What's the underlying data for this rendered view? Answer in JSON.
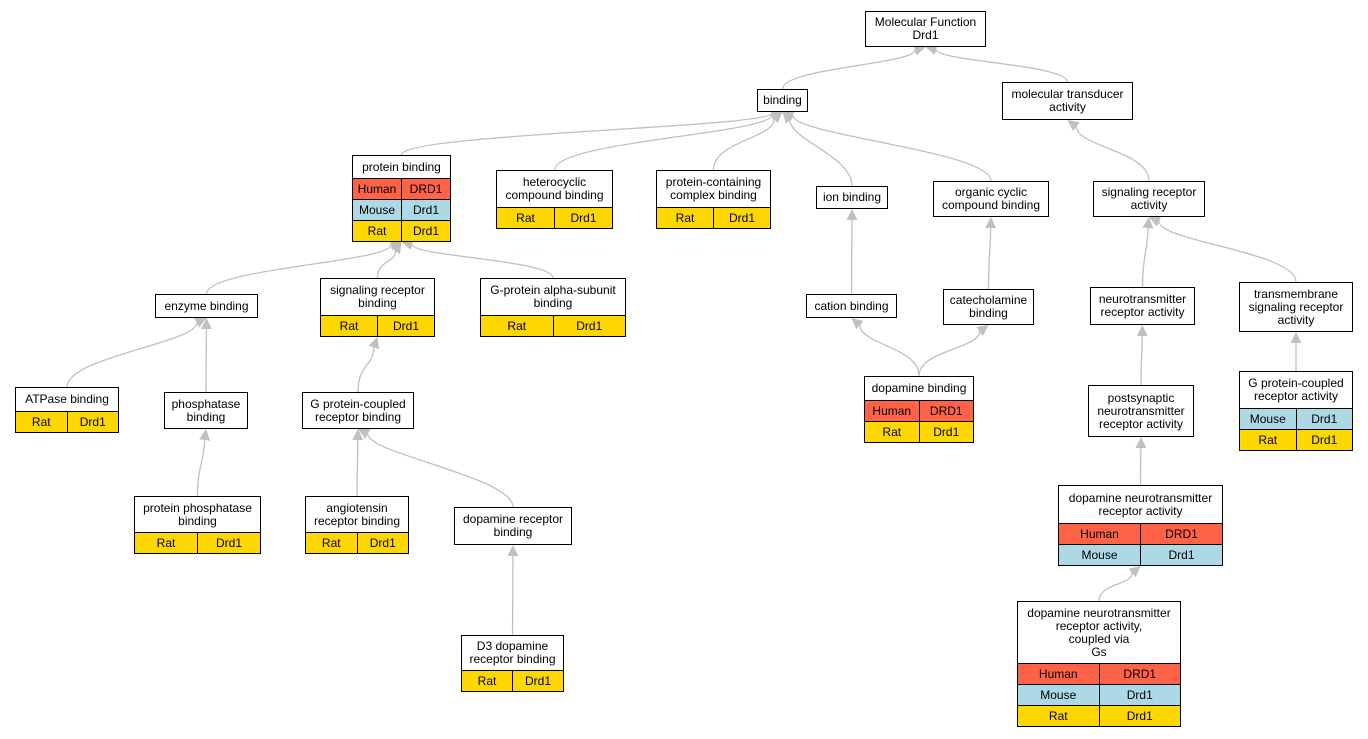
{
  "colors": {
    "human": "#ff6347",
    "mouse": "#add8e6",
    "rat": "#ffd700",
    "edge": "#c0c0c0"
  },
  "nodes": [
    {
      "id": "mf",
      "label": "Molecular Function\nDrd1",
      "rows": []
    },
    {
      "id": "binding",
      "label": "binding",
      "rows": []
    },
    {
      "id": "mta",
      "label": "molecular transducer\nactivity",
      "rows": []
    },
    {
      "id": "pb",
      "label": "protein binding",
      "rows": [
        {
          "species": "Human",
          "gene": "DRD1"
        },
        {
          "species": "Mouse",
          "gene": "Drd1"
        },
        {
          "species": "Rat",
          "gene": "Drd1"
        }
      ]
    },
    {
      "id": "hcb",
      "label": "heterocyclic\ncompound binding",
      "rows": [
        {
          "species": "Rat",
          "gene": "Drd1"
        }
      ]
    },
    {
      "id": "pccb",
      "label": "protein-containing\ncomplex binding",
      "rows": [
        {
          "species": "Rat",
          "gene": "Drd1"
        }
      ]
    },
    {
      "id": "ionb",
      "label": "ion binding",
      "rows": []
    },
    {
      "id": "occb",
      "label": "organic cyclic\ncompound binding",
      "rows": []
    },
    {
      "id": "sra",
      "label": "signaling receptor\nactivity",
      "rows": []
    },
    {
      "id": "eb",
      "label": "enzyme binding",
      "rows": []
    },
    {
      "id": "srb",
      "label": "signaling receptor\nbinding",
      "rows": [
        {
          "species": "Rat",
          "gene": "Drd1"
        }
      ]
    },
    {
      "id": "gasb",
      "label": "G-protein alpha-subunit\nbinding",
      "rows": [
        {
          "species": "Rat",
          "gene": "Drd1"
        }
      ]
    },
    {
      "id": "cb",
      "label": "cation binding",
      "rows": []
    },
    {
      "id": "catb",
      "label": "catecholamine\nbinding",
      "rows": []
    },
    {
      "id": "nra",
      "label": "neurotransmitter\nreceptor activity",
      "rows": []
    },
    {
      "id": "tsra",
      "label": "transmembrane\nsignaling receptor\nactivity",
      "rows": []
    },
    {
      "id": "atpb",
      "label": "ATPase binding",
      "rows": [
        {
          "species": "Rat",
          "gene": "Drd1"
        }
      ]
    },
    {
      "id": "phb",
      "label": "phosphatase\nbinding",
      "rows": []
    },
    {
      "id": "gpcrb",
      "label": "G protein-coupled\nreceptor binding",
      "rows": []
    },
    {
      "id": "dab",
      "label": "dopamine binding",
      "rows": [
        {
          "species": "Human",
          "gene": "DRD1"
        },
        {
          "species": "Rat",
          "gene": "Drd1"
        }
      ]
    },
    {
      "id": "pnra",
      "label": "postsynaptic\nneurotransmitter\nreceptor activity",
      "rows": []
    },
    {
      "id": "gpcra",
      "label": "G protein-coupled\nreceptor activity",
      "rows": [
        {
          "species": "Mouse",
          "gene": "Drd1"
        },
        {
          "species": "Rat",
          "gene": "Drd1"
        }
      ]
    },
    {
      "id": "ppb",
      "label": "protein phosphatase\nbinding",
      "rows": [
        {
          "species": "Rat",
          "gene": "Drd1"
        }
      ]
    },
    {
      "id": "angb",
      "label": "angiotensin\nreceptor binding",
      "rows": [
        {
          "species": "Rat",
          "gene": "Drd1"
        }
      ]
    },
    {
      "id": "drb",
      "label": "dopamine receptor\nbinding",
      "rows": []
    },
    {
      "id": "dnra",
      "label": "dopamine neurotransmitter\nreceptor activity",
      "rows": [
        {
          "species": "Human",
          "gene": "DRD1"
        },
        {
          "species": "Mouse",
          "gene": "Drd1"
        }
      ]
    },
    {
      "id": "d3b",
      "label": "D3 dopamine\nreceptor binding",
      "rows": [
        {
          "species": "Rat",
          "gene": "Drd1"
        }
      ]
    },
    {
      "id": "dnrags",
      "label": "dopamine neurotransmitter\nreceptor activity,\ncoupled via\nGs",
      "rows": [
        {
          "species": "Human",
          "gene": "DRD1"
        },
        {
          "species": "Mouse",
          "gene": "Drd1"
        },
        {
          "species": "Rat",
          "gene": "Drd1"
        }
      ]
    }
  ],
  "edges": [
    [
      "binding",
      "mf"
    ],
    [
      "mta",
      "mf"
    ],
    [
      "pb",
      "binding"
    ],
    [
      "hcb",
      "binding"
    ],
    [
      "pccb",
      "binding"
    ],
    [
      "ionb",
      "binding"
    ],
    [
      "occb",
      "binding"
    ],
    [
      "sra",
      "mta"
    ],
    [
      "eb",
      "pb"
    ],
    [
      "srb",
      "pb"
    ],
    [
      "gasb",
      "pb"
    ],
    [
      "cb",
      "ionb"
    ],
    [
      "catb",
      "occb"
    ],
    [
      "nra",
      "sra"
    ],
    [
      "tsra",
      "sra"
    ],
    [
      "atpb",
      "eb"
    ],
    [
      "phb",
      "eb"
    ],
    [
      "gpcrb",
      "srb"
    ],
    [
      "dab",
      "cb"
    ],
    [
      "dab",
      "catb"
    ],
    [
      "pnra",
      "nra"
    ],
    [
      "gpcra",
      "tsra"
    ],
    [
      "ppb",
      "phb"
    ],
    [
      "angb",
      "gpcrb"
    ],
    [
      "drb",
      "gpcrb"
    ],
    [
      "dnra",
      "pnra"
    ],
    [
      "d3b",
      "drb"
    ],
    [
      "dnrags",
      "dnra"
    ]
  ]
}
